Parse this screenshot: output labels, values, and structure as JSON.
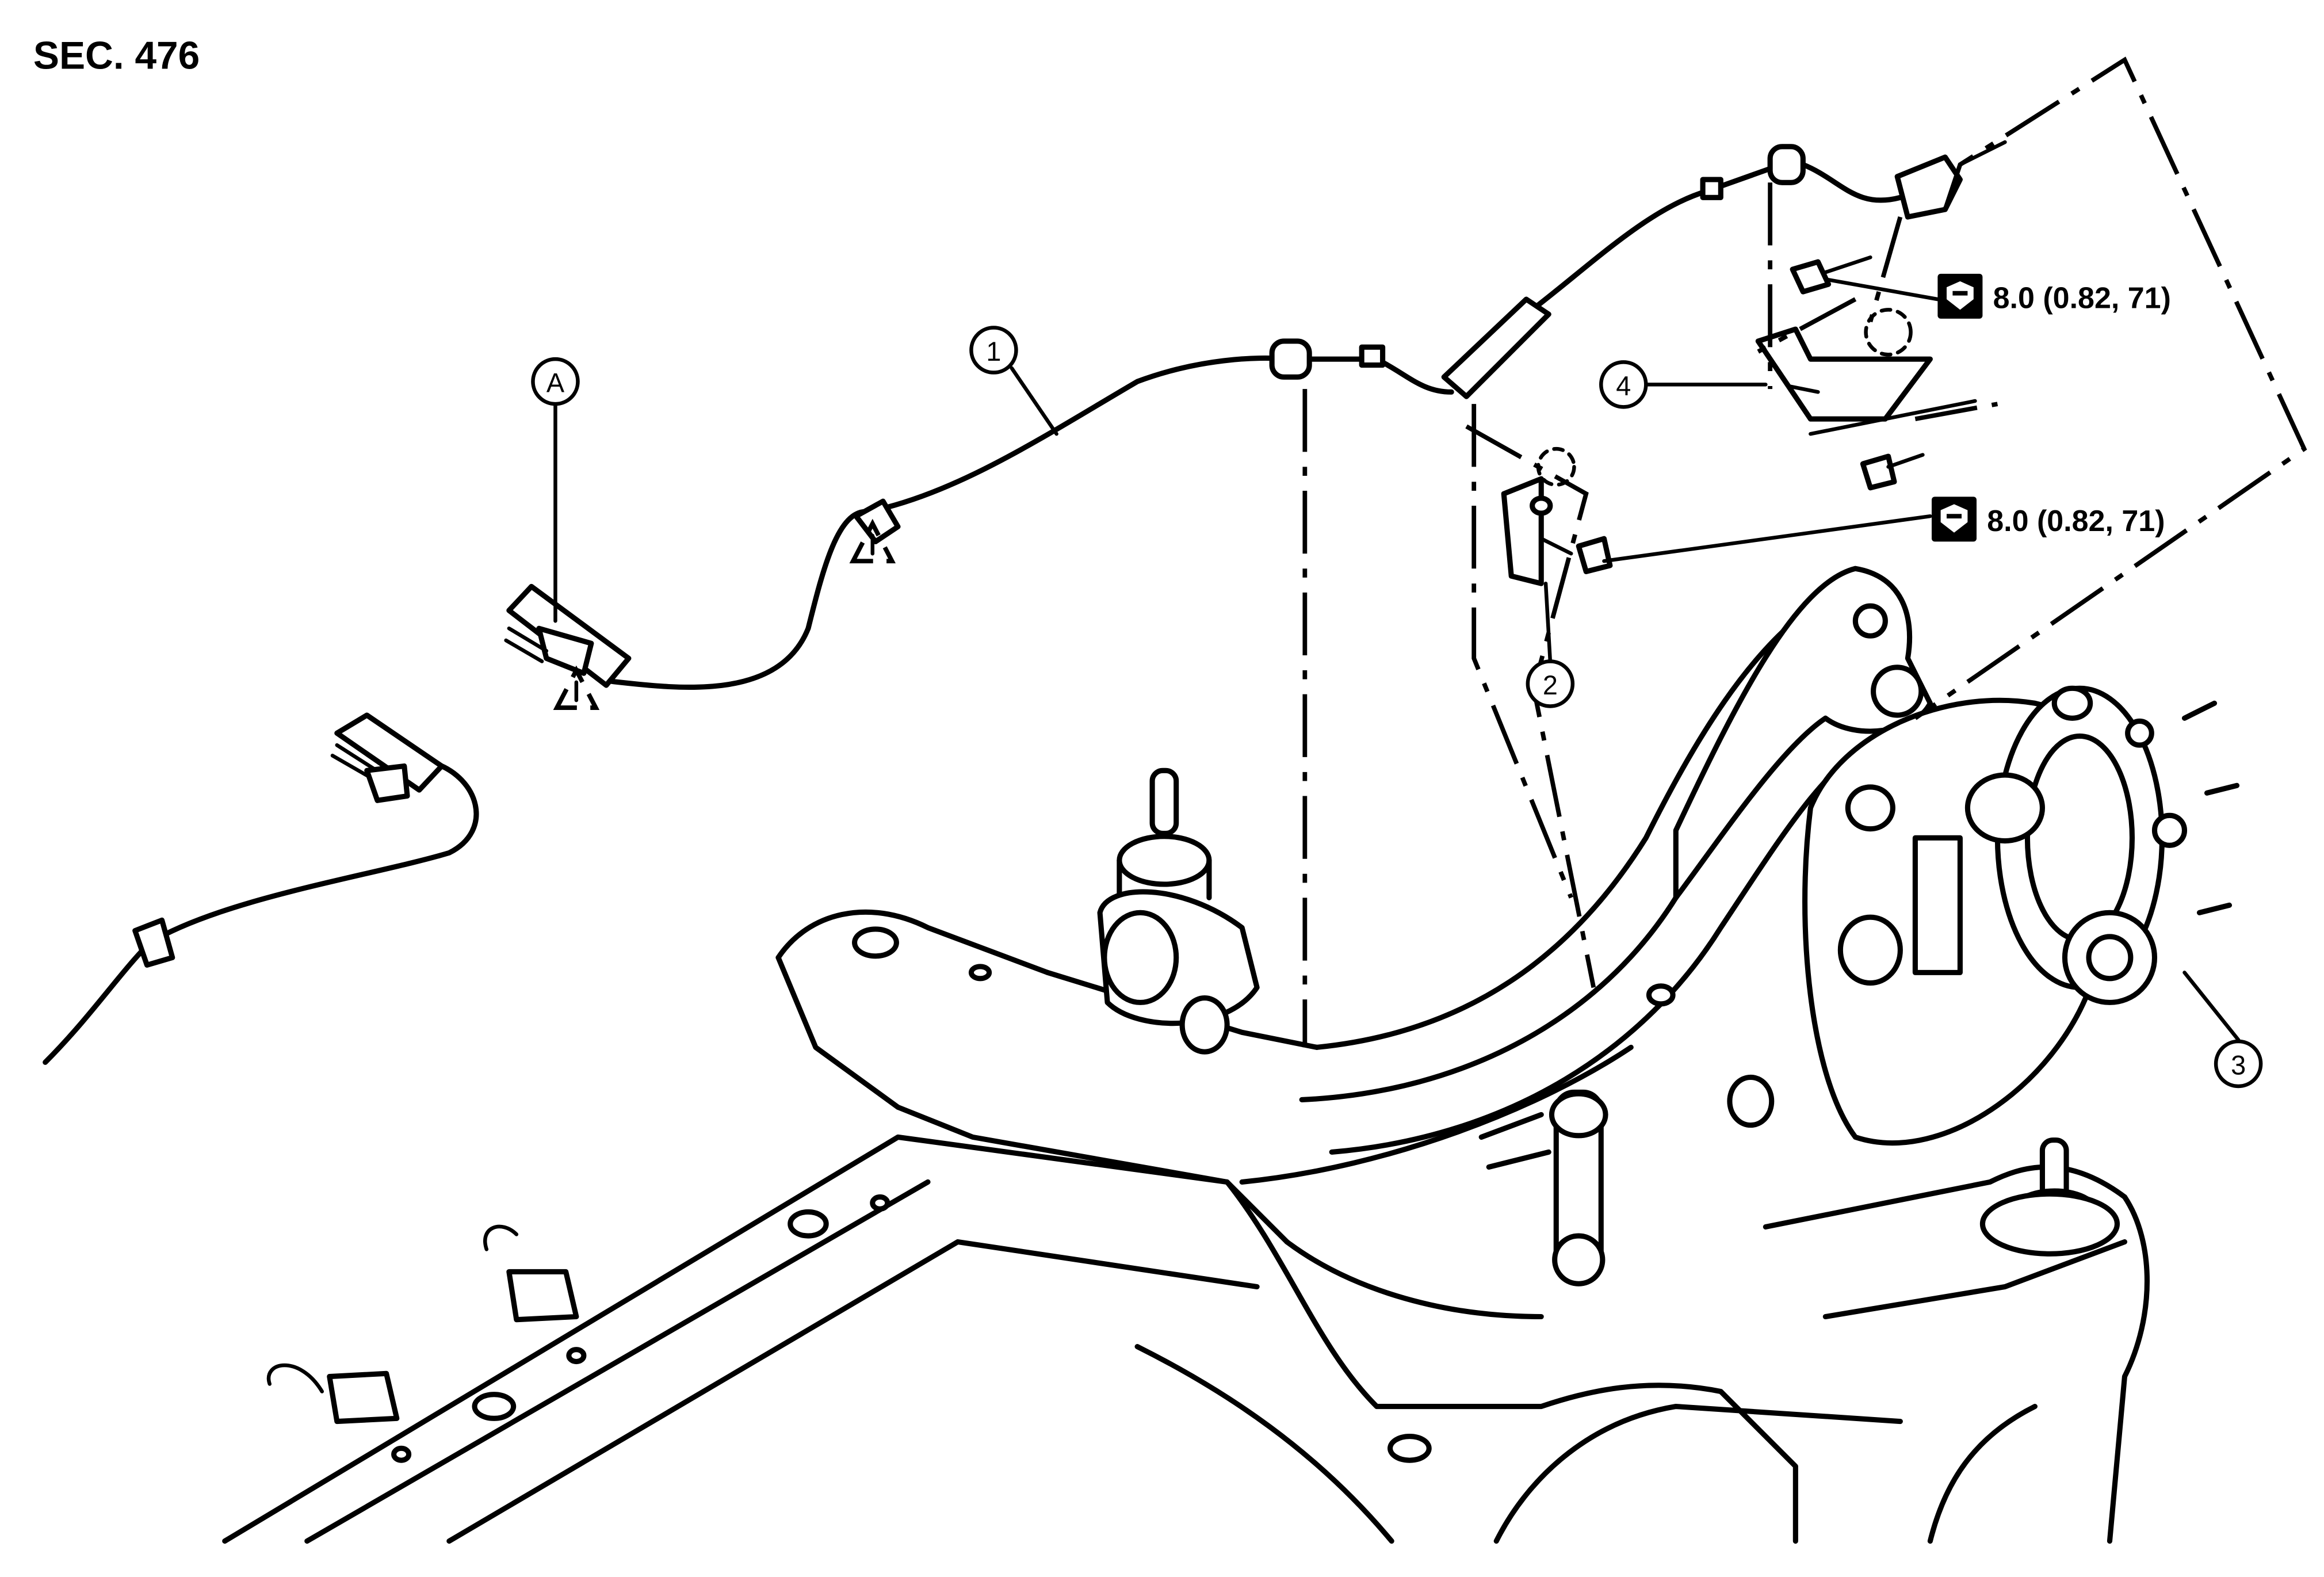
{
  "section_label": "SEC. 476",
  "callouts": {
    "c1": "1",
    "c2": "2",
    "c3": "3",
    "c4": "4",
    "cA": "A"
  },
  "torque_upper": "8.0 (0.82, 71)",
  "torque_lower": "8.0 (0.82, 71)",
  "icons": {
    "torque": "torque-wrench-icon",
    "caution": "caution-triangle-icon"
  },
  "colors": {
    "line": "#000000",
    "background": "#ffffff"
  }
}
